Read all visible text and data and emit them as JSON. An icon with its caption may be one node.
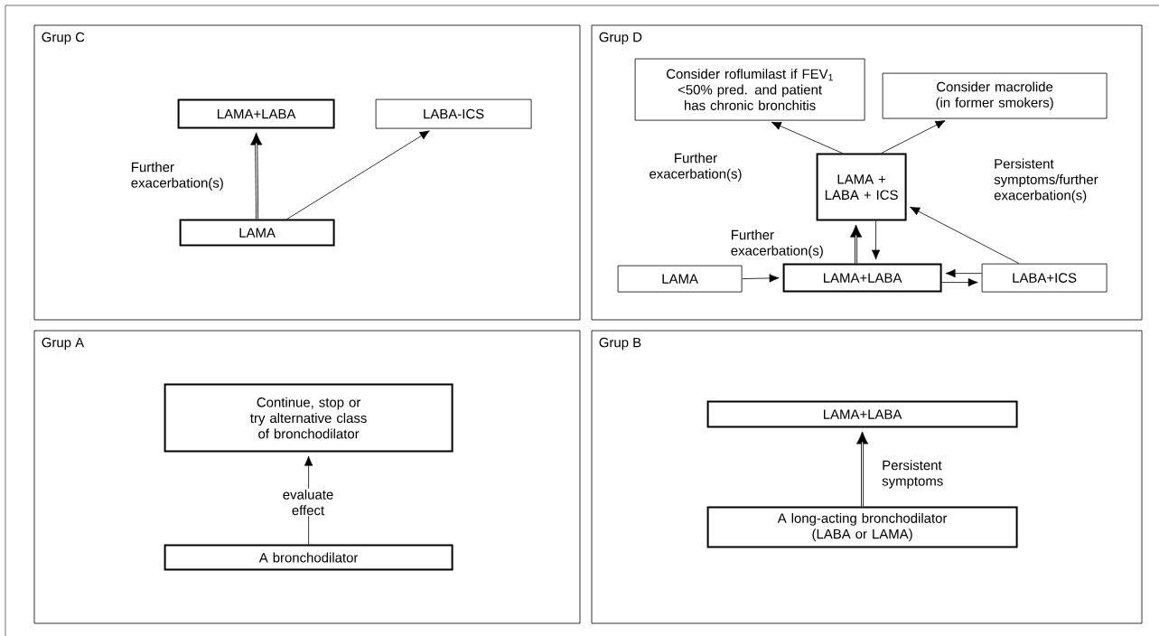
{
  "diagram": {
    "nodes": [
      {
        "text": [
          "Grup C"
        ]
      },
      {
        "text": [
          "LAMA+LABA"
        ],
        "in": 0
      },
      {
        "text": [
          "LABA-ICS"
        ],
        "in": 0
      },
      {
        "text": [
          "LAMA"
        ],
        "in": 0
      },
      {
        "text": [
          "Grup D"
        ]
      },
      {
        "text": [
          "Consider roflumilast if FEV$_{1}$ <50% pred. and patient has chronic bronchitis"
        ],
        "in": 4
      },
      {
        "text": [
          "Consider macrolide (in former smokers)"
        ],
        "in": 4
      },
      {
        "text": [
          "LAMA + LABA + ICS"
        ],
        "in": 4
      },
      {
        "text": [
          "LAMA"
        ],
        "in": 4
      },
      {
        "text": [
          "LAMA+LABA"
        ],
        "in": 4
      },
      {
        "text": [
          "LABA+ICS"
        ],
        "in": 4
      },
      {
        "text": [
          "Grup A"
        ]
      },
      {
        "text": [
          "Continue, stop or try alternative class of bronchodilator"
        ],
        "in": 11
      },
      {
        "text": [
          "A bronchodilator"
        ],
        "in": 11
      },
      {
        "text": [
          "Grup B"
        ]
      },
      {
        "text": [
          "LAMA+LABA"
        ],
        "in": 14
      },
      {
        "text": [
          "A long-acting bronchodilator (LABA or LAMA)"
        ],
        "in": 14
      }
    ],
    "edges": [
      {
        "from": 3,
        "to": 1,
        "arrow": "to",
        "style": "thick",
        "label": "Further exacerbation(s)"
      },
      {
        "from": 3,
        "to": 2,
        "arrow": "to"
      },
      {
        "from": 7,
        "to": 5,
        "arrow": "to"
      },
      {
        "from": 7,
        "to": 6,
        "arrow": "to"
      },
      {
        "from": 8,
        "to": 9,
        "arrow": "to"
      },
      {
        "from": 9,
        "to": 7,
        "arrow": "to",
        "style": "thick",
        "label": "Further exacerbation(s)"
      },
      {
        "from": 7,
        "to": 9,
        "arrow": "to"
      },
      {
        "from": 9,
        "to": 10,
        "arrow": "to"
      },
      {
        "from": 10,
        "to": 9,
        "arrow": "to"
      },
      {
        "from": 10,
        "to": 7,
        "arrow": "to",
        "label": "Persistent symptoms/further exacerbation(s)"
      },
      {
        "from": 13,
        "to": 12,
        "arrow": "to",
        "label": "evaluate effect"
      },
      {
        "from": 16,
        "to": 15,
        "arrow": "to",
        "style": "thick",
        "label": "Persistent symptoms"
      }
    ],
    "labels": [
      "Further exacerbation(s)"
    ]
  }
}
